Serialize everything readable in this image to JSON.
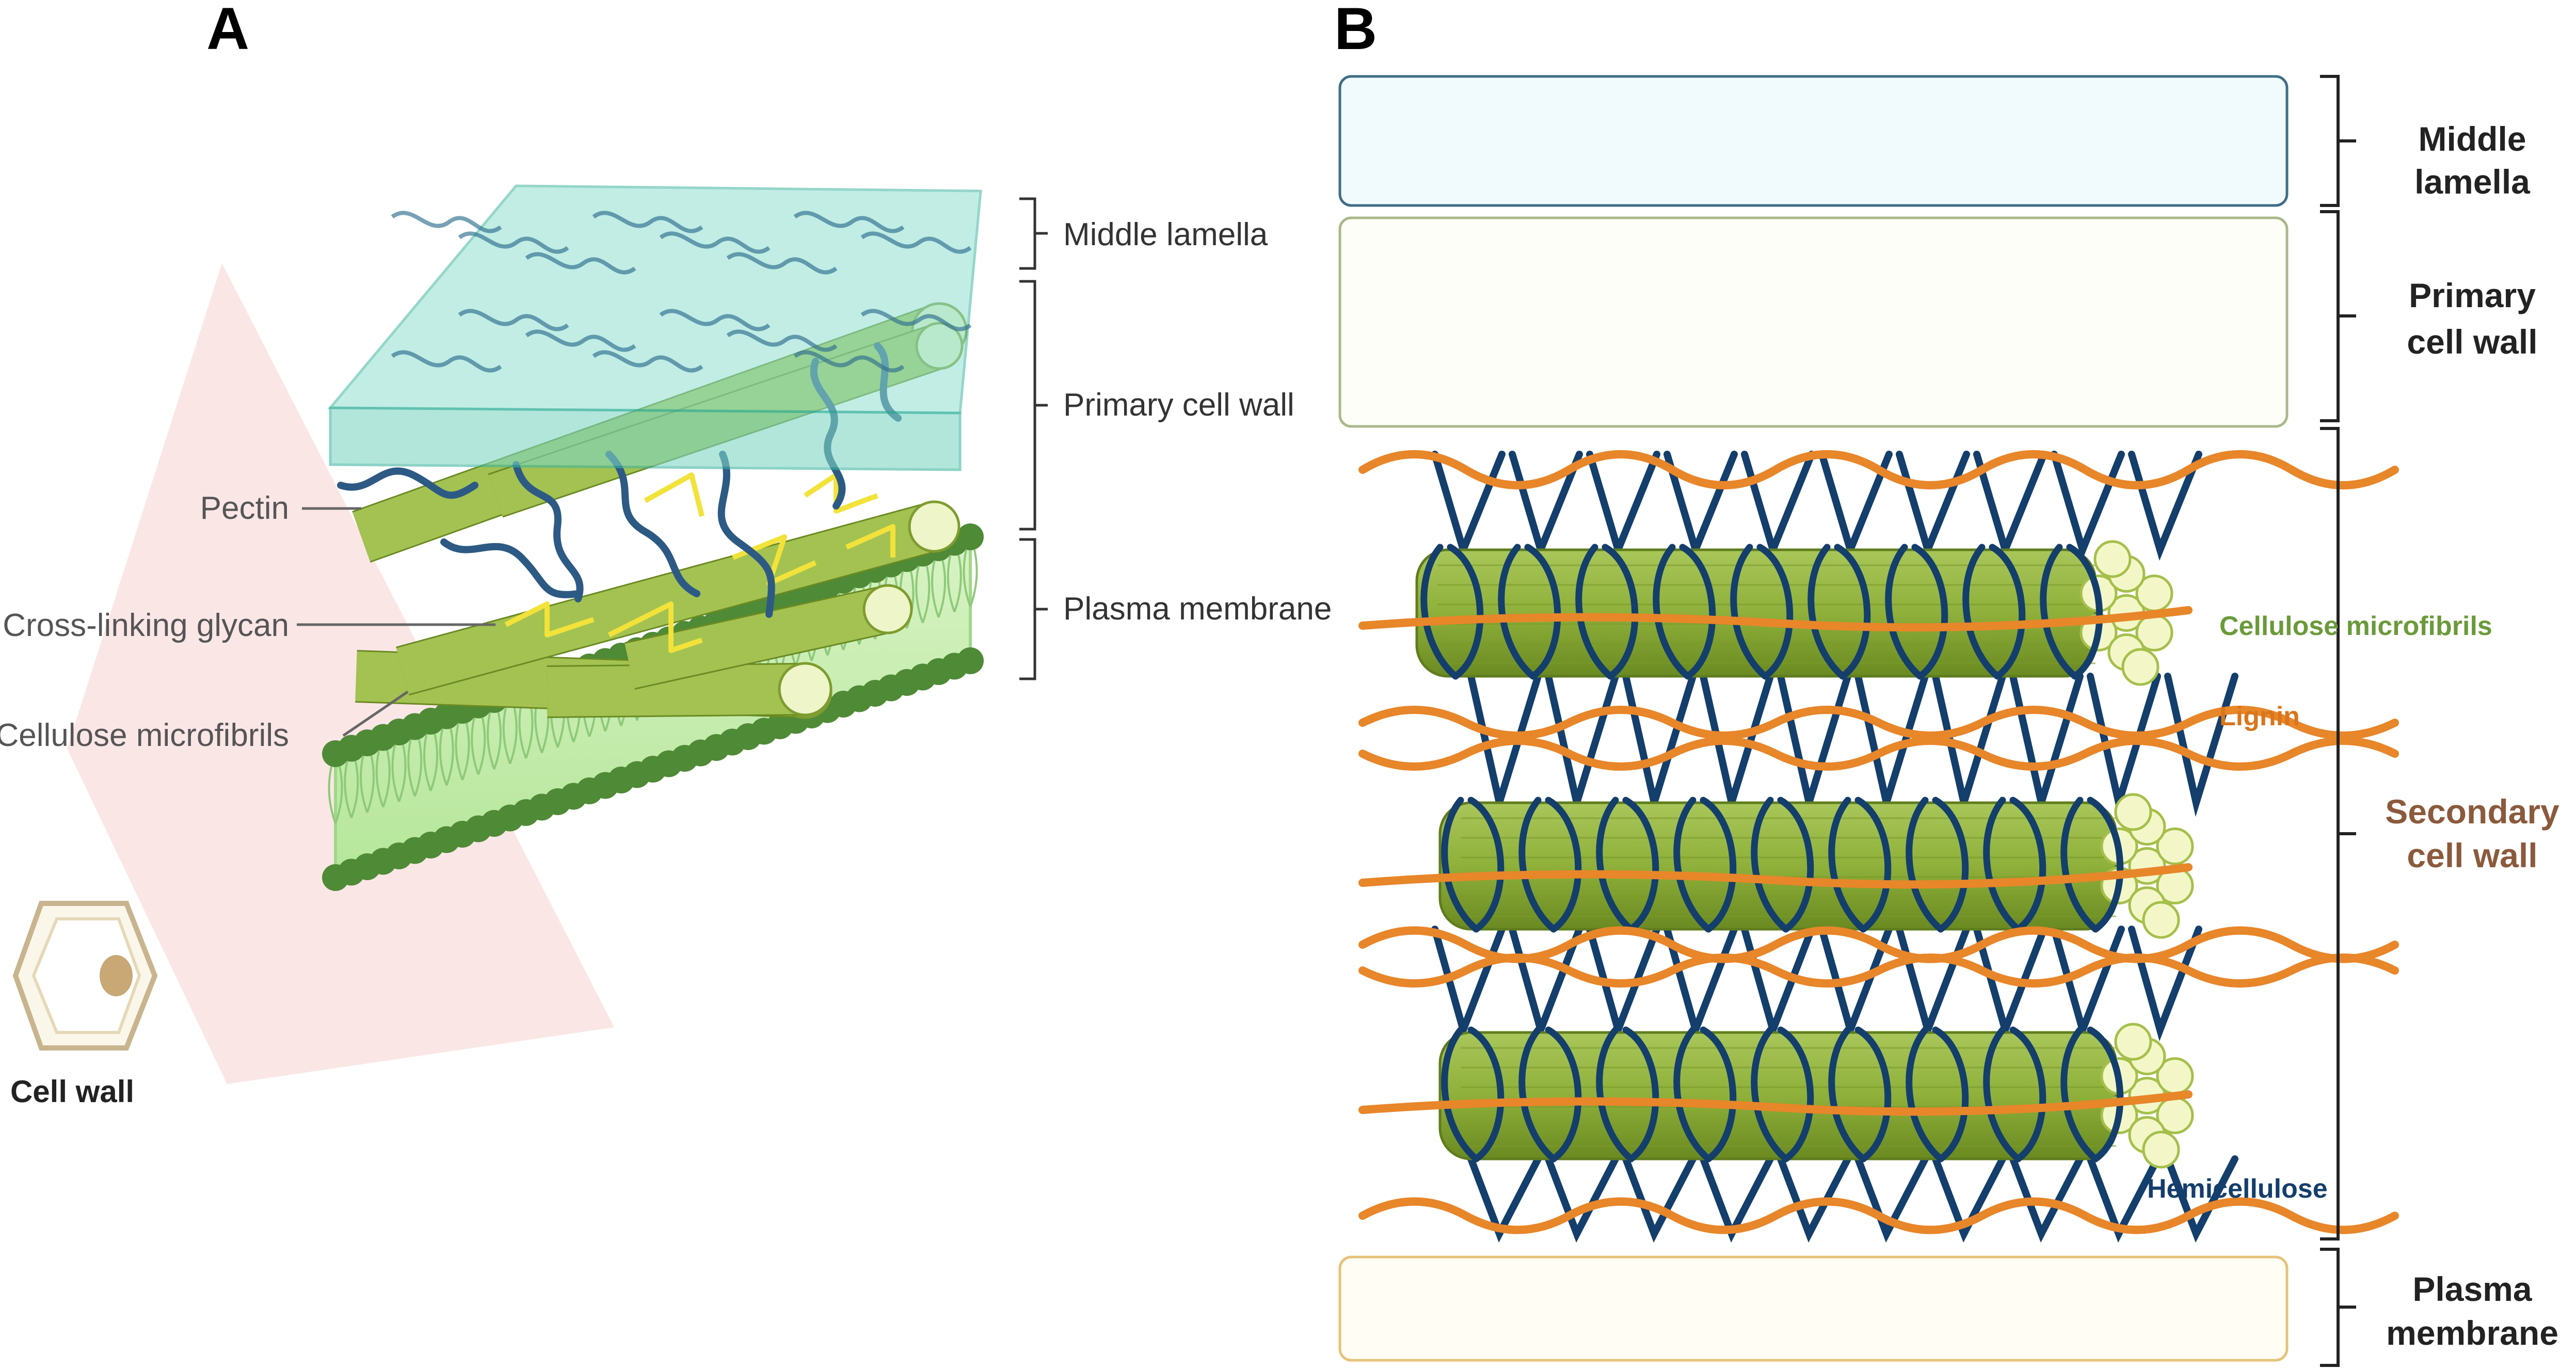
{
  "panel_a": {
    "letter": "A",
    "labels": {
      "middle_lamella": "Middle lamella",
      "primary_cell_wall": "Primary cell wall",
      "plasma_membrane": "Plasma membrane",
      "pectin": "Pectin",
      "cross_linking_glycan": "Cross-linking glycan",
      "cellulose_microfibrils": "Cellulose microfibrils",
      "cell_wall": "Cell wall"
    }
  },
  "panel_b": {
    "letter": "B",
    "layers": {
      "middle_lamella": [
        "Middle",
        "lamella"
      ],
      "primary_cell_wall": [
        "Primary",
        "cell wall"
      ],
      "secondary_cell_wall": [
        "Secondary",
        "cell wall"
      ],
      "plasma_membrane": [
        "Plasma",
        "membrane"
      ]
    },
    "components": {
      "cellulose_microfibrils": "Cellulose microfibrils",
      "lignin": "Lignin",
      "hemicellulose": "Hemicellulose"
    }
  },
  "colors": {
    "cellulose": "#8fb03a",
    "lignin": "#e8862a",
    "hemicellulose": "#143e6b",
    "glycan": "#f2e23a",
    "middle_lamella_fill": "#8fe0d0",
    "membrane_head": "#4f8a36",
    "secondary_label": "#8b5a3c",
    "cellulose_label": "#6a9a3a",
    "lignin_label": "#d9751a"
  }
}
